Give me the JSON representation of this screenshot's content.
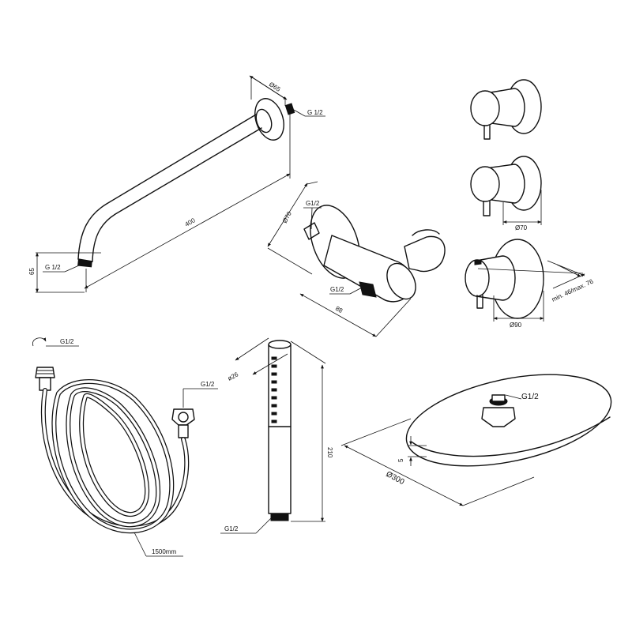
{
  "shower_arm": {
    "dia_label": "Ø65",
    "thread_label_top": "G 1/2",
    "length_label": "400",
    "drop_label": "65",
    "thread_label_bottom": "G 1/2"
  },
  "wall_elbow": {
    "dia_label": "Ø70",
    "thread_label_top": "G1/2",
    "thread_label_bottom": "G1/2",
    "depth_label": "88"
  },
  "valves": {
    "dia_small_label": "Ø70",
    "dia_large_label": "Ø90",
    "depth_label": "min. 46/max. 76"
  },
  "hose": {
    "thread_label_left": "G1/2",
    "thread_label_right": "G1/2",
    "length_label": "1500mm"
  },
  "hand_shower": {
    "dia_label": "ø26",
    "length_label": "210",
    "thread_label": "G1/2"
  },
  "rain_head": {
    "thread_label": "G1/2",
    "thickness_label": "5",
    "dia_label": "Ø300"
  }
}
